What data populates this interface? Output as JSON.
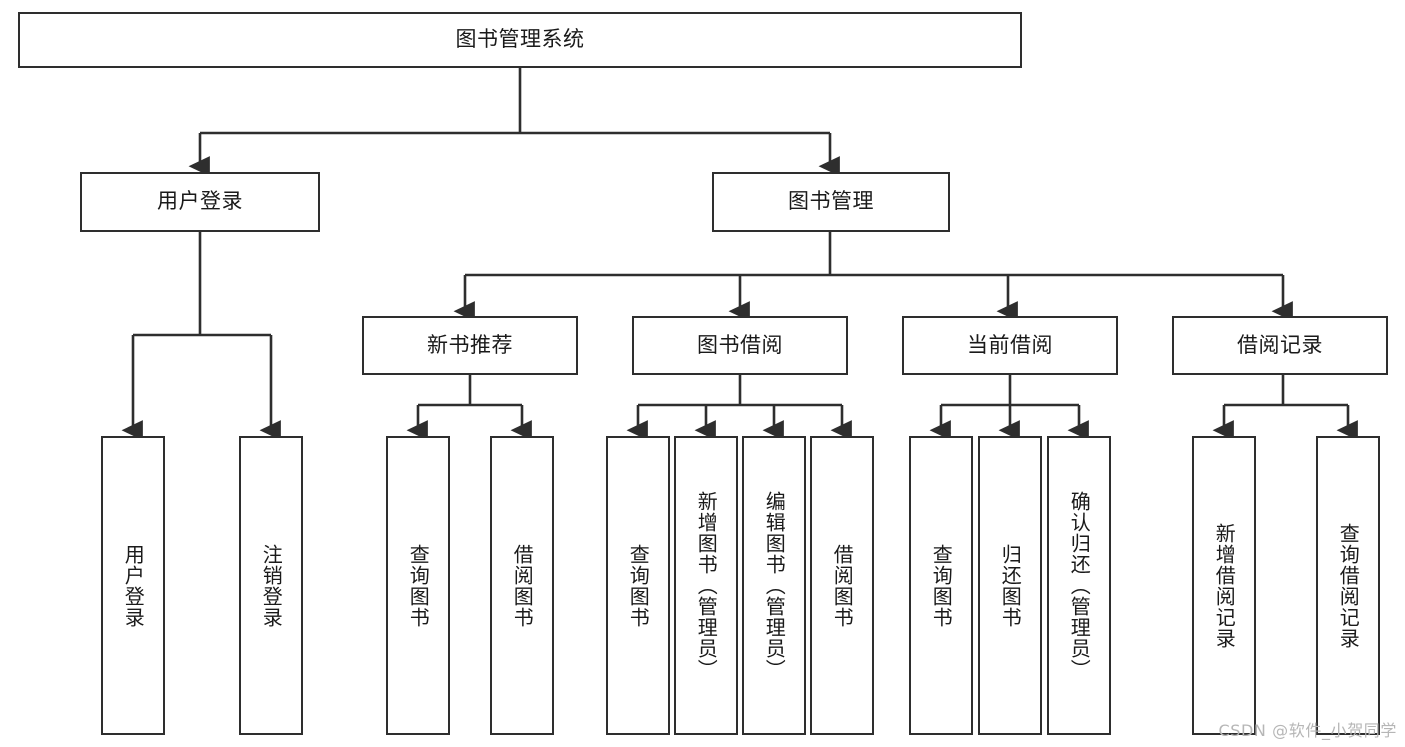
{
  "diagram": {
    "title": "图书管理系统",
    "type": "tree",
    "root": {
      "id": "root",
      "label": "图书管理系统",
      "orientation": "horizontal"
    },
    "level2": [
      {
        "id": "user-login",
        "label": "用户登录",
        "orientation": "horizontal"
      },
      {
        "id": "book-manage",
        "label": "图书管理",
        "orientation": "horizontal"
      }
    ],
    "level3": [
      {
        "id": "new-book-recommend",
        "label": "新书推荐",
        "parent": "book-manage",
        "orientation": "horizontal"
      },
      {
        "id": "book-borrow",
        "label": "图书借阅",
        "parent": "book-manage",
        "orientation": "horizontal"
      },
      {
        "id": "current-borrow",
        "label": "当前借阅",
        "parent": "book-manage",
        "orientation": "horizontal"
      },
      {
        "id": "borrow-record",
        "label": "借阅记录",
        "parent": "book-manage",
        "orientation": "horizontal"
      }
    ],
    "leaves": [
      {
        "id": "leaf-user-login",
        "label": "用户登录",
        "parent": "user-login",
        "orientation": "vertical"
      },
      {
        "id": "leaf-user-logout",
        "label": "注销登录",
        "parent": "user-login",
        "orientation": "vertical"
      },
      {
        "id": "leaf-rec-query-book",
        "label": "查询图书",
        "parent": "new-book-recommend",
        "orientation": "vertical"
      },
      {
        "id": "leaf-rec-borrow-book",
        "label": "借阅图书",
        "parent": "new-book-recommend",
        "orientation": "vertical"
      },
      {
        "id": "leaf-bb-query-book",
        "label": "查询图书",
        "parent": "book-borrow",
        "orientation": "vertical"
      },
      {
        "id": "leaf-bb-add-book",
        "label": "新增图书（管理员）",
        "parent": "book-borrow",
        "orientation": "vertical"
      },
      {
        "id": "leaf-bb-edit-book",
        "label": "编辑图书（管理员）",
        "parent": "book-borrow",
        "orientation": "vertical"
      },
      {
        "id": "leaf-bb-borrow-book",
        "label": "借阅图书",
        "parent": "book-borrow",
        "orientation": "vertical"
      },
      {
        "id": "leaf-cb-query-book",
        "label": "查询图书",
        "parent": "current-borrow",
        "orientation": "vertical"
      },
      {
        "id": "leaf-cb-return-book",
        "label": "归还图书",
        "parent": "current-borrow",
        "orientation": "vertical"
      },
      {
        "id": "leaf-cb-confirm-return",
        "label": "确认归还（管理员）",
        "parent": "current-borrow",
        "orientation": "vertical"
      },
      {
        "id": "leaf-br-add-record",
        "label": "新增借阅记录",
        "parent": "borrow-record",
        "orientation": "vertical"
      },
      {
        "id": "leaf-br-query-record",
        "label": "查询借阅记录",
        "parent": "borrow-record",
        "orientation": "vertical"
      }
    ],
    "colors": {
      "border": "#2e2e2e",
      "text": "#1a1a1a",
      "background": "#ffffff",
      "connector": "#2e2e2e",
      "watermark": "#b6b6b6"
    }
  },
  "watermark": {
    "text": "CSDN @软件_小贺同学"
  }
}
